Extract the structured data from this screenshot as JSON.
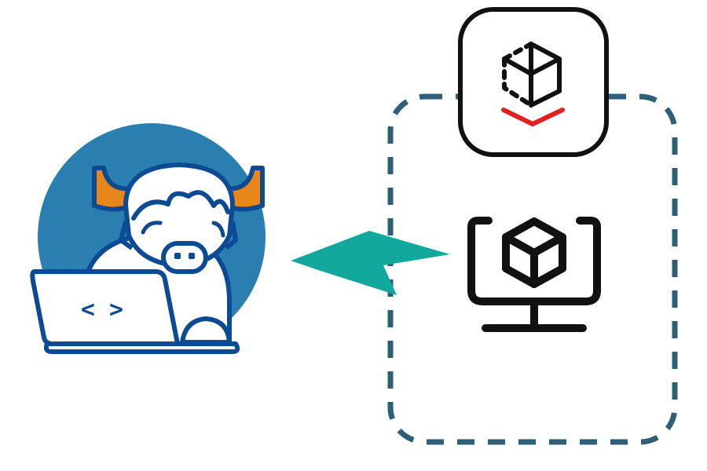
{
  "diagram": {
    "nodes": [
      {
        "id": "developer",
        "icon": "developer-yak-laptop-icon",
        "kind": "mascot"
      },
      {
        "id": "connection",
        "icon": "lightning-connector-icon",
        "kind": "edge"
      },
      {
        "id": "environment",
        "icon": "dashed-environment-boundary",
        "kind": "group"
      },
      {
        "id": "deploy",
        "icon": "cube-deploy-icon",
        "kind": "badge"
      },
      {
        "id": "workspace",
        "icon": "monitor-cube-icon",
        "kind": "node"
      }
    ],
    "laptop_screen_text": "< >"
  },
  "colors": {
    "mascot_circle": "#2b7fb0",
    "mascot_outline": "#0c4a94",
    "mascot_horns": "#e9861b",
    "connector": "#12a89d",
    "boundary": "#2e5f78",
    "badge_outline": "#111111",
    "badge_accent": "#e32020",
    "monitor": "#111111"
  }
}
